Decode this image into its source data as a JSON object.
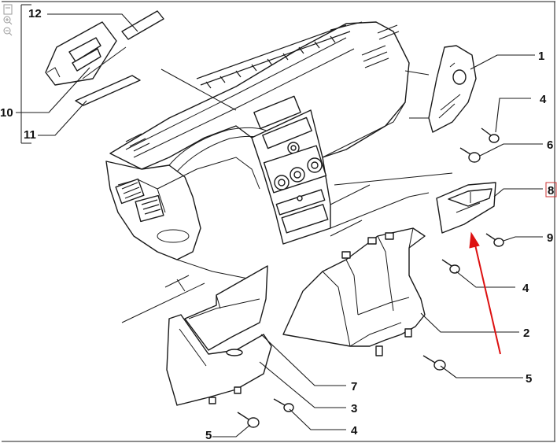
{
  "diagram": {
    "title": "Dashboard lower trim and glove compartment exploded view",
    "callouts": {
      "c12": "12",
      "c10": "10",
      "c11": "11",
      "c1": "1",
      "c4a": "4",
      "c6": "6",
      "c8": "8",
      "c9": "9",
      "c4b": "4",
      "c2": "2",
      "c5a": "5",
      "c7": "7",
      "c3": "3",
      "c4c": "4",
      "c5b": "5"
    },
    "highlighted_callout": "8",
    "colors": {
      "line": "#1a1a1a",
      "arrow": "#dd1111",
      "highlight_box": "#cc3333",
      "background": "#ffffff"
    }
  },
  "toolbar": {
    "icons": [
      "fit-page-icon",
      "zoom-in-icon",
      "zoom-out-icon"
    ]
  }
}
